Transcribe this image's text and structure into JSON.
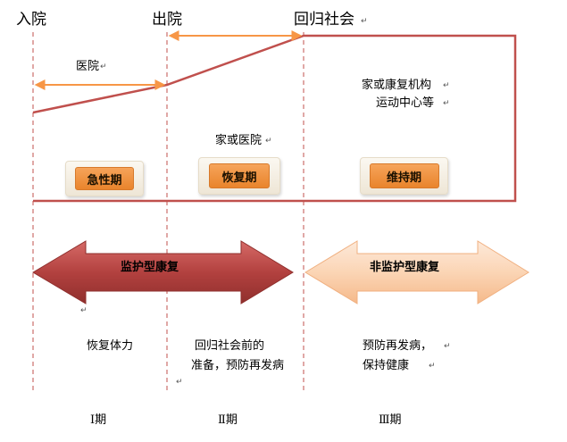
{
  "milestones": {
    "admission": "入院",
    "discharge": "出院",
    "return_society": "回归社会"
  },
  "locations": {
    "hospital": "医院",
    "home_or_hospital": "家或医院",
    "home_or_rehab_line1": "家或康复机构",
    "home_or_rehab_line2": "运动中心等"
  },
  "phases": {
    "acute": "急性期",
    "recovery": "恢复期",
    "maintenance": "维持期"
  },
  "arrows": {
    "supervised": "监护型康复",
    "unsupervised": "非监护型康复"
  },
  "goals": {
    "phase1": "恢复体力",
    "phase2_line1": "回归社会前的",
    "phase2_line2": "准备，预防再发病",
    "phase3_line1": "预防再发病，",
    "phase3_line2": "保持健康"
  },
  "stages": {
    "stage1": "Ⅰ期",
    "stage2": "Ⅱ期",
    "stage3": "Ⅲ期"
  },
  "marks": {
    "return_mark": "↵"
  },
  "colors": {
    "timeline": "#c0504d",
    "orange_arrow": "#f79646",
    "guide_line": "#c0504d",
    "supervised_fill": "#b3413f",
    "unsupervised_fill": "#fbd5b5",
    "phase_orange": "#f0903a"
  }
}
